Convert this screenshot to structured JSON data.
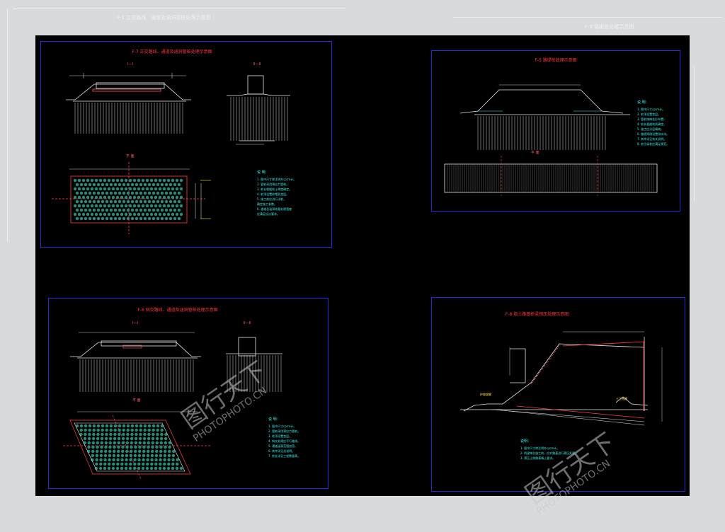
{
  "background_titles": [
    "F-1 立交路线、通道及涵洞管桩处理示意图",
    "F-3 路堤桩处理示意图"
  ],
  "panels": {
    "p1": {
      "title": "F-7 正交路线、通道及涵洞管桩处理示意图",
      "section_label": "Ⅰ—Ⅰ",
      "section_label2": "Ⅱ—Ⅱ",
      "plan_label": "平  面",
      "notes_title": "说  明：",
      "notes": [
        "1. 图中尺寸除注明外以cm计。",
        "2. 管桩采用预应力管桩。",
        "3. 桩长根据软土厚度确定。",
        "4. 桩顶设置桩帽及垫层。",
        "5. 施工前应进行试桩，",
        "   确定施工参数。",
        "6. 通道及涵洞地基处理宽度",
        "   应满足设计要求。"
      ]
    },
    "p2": {
      "title": "F-5 路堤桩处理示意图",
      "plan_label": "平  面",
      "notes_title": "说  明：",
      "notes": [
        "1. 图中尺寸以cm计。",
        "2. 桩顶设置垫层。",
        "3. 管桩按梅花形布置。",
        "4. 桩长根据地质确定。",
        "5. 施工应分层填筑。",
        "6. 路堤两侧设置排水沟。",
        "7. 其余详见有关说明。",
        "8. 桩位误差应满足规范。"
      ]
    },
    "p3": {
      "title": "F-6 斜交路线、通道及涵洞管桩处理示意图",
      "section_label": "Ⅰ—Ⅰ",
      "section_label2": "Ⅱ—Ⅱ",
      "plan_label": "平  面",
      "notes_title": "说  明：",
      "notes": [
        "1. 图中尺寸以cm计。",
        "2. 管桩采用预应力管桩。",
        "3. 桩顶设置垫层。",
        "4. 斜交处理应平行路线。",
        "5. 通道涵洞范围加密。",
        "6. 其余详见总说明。",
        "7. 桩长详见工程数量表。"
      ]
    },
    "p4": {
      "title": "F-8 填土路基桥梁预压处理示意图",
      "tags": [
        "护坡坡脚",
        "土工格栅"
      ],
      "notes_title": "说明：",
      "notes": [
        "1. 图中尺寸除注明外以cm计。",
        "2. 桥梁墩台施工前，应对路基进行预压处理。",
        "3. 预压土按路基填土要求。"
      ]
    }
  },
  "watermarks": [
    "图行天下",
    "PHOTOPHOTO.CN"
  ],
  "colors": {
    "outer_bg": "#d9dadc",
    "sheet": "#000000",
    "frame": "#2a2ad8",
    "title": "#ff3a3a",
    "notes": "#45f0f0",
    "lines": "#e8e8e8",
    "dims": "#c8c8c8",
    "pile_fill": "#2a8c7a",
    "accent_red": "#ff4040"
  }
}
